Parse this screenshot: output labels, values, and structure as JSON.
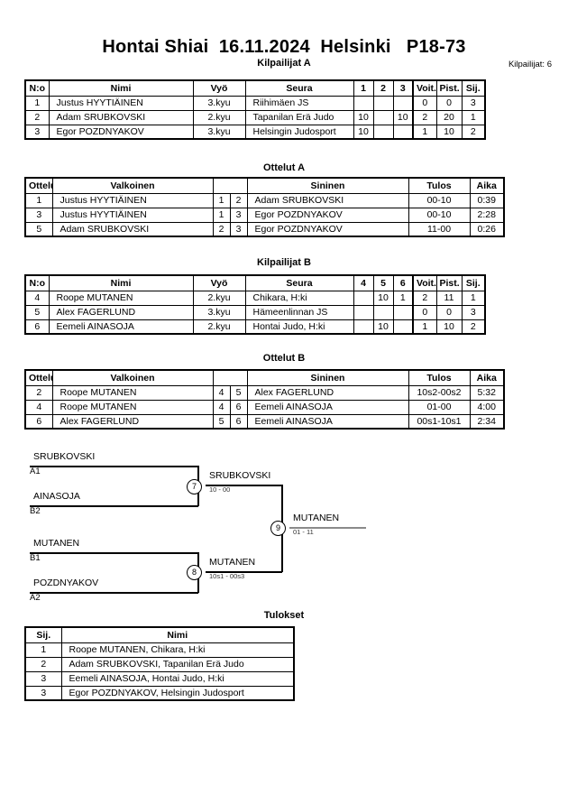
{
  "header": {
    "title": "Hontai Shiai  16.11.2024  Helsinki   P18-73",
    "entrants_label": "Kilpailijat: 6"
  },
  "sections": {
    "pool_a_title": "Kilpailijat A",
    "bouts_a_title": "Ottelut A",
    "pool_b_title": "Kilpailijat B",
    "bouts_b_title": "Ottelut B",
    "results_title": "Tulokset"
  },
  "pool_headers": {
    "no": "N:o",
    "name": "Nimi",
    "belt": "Vyö",
    "club": "Seura",
    "wins": "Voit.",
    "points": "Pist.",
    "rank": "Sij."
  },
  "bout_headers": {
    "bout": "Ottelu",
    "white": "Valkoinen",
    "blue": "Sininen",
    "result": "Tulos",
    "time": "Aika"
  },
  "results_headers": {
    "rank": "Sij.",
    "name": "Nimi"
  },
  "pool_a": {
    "round_cols": [
      "1",
      "2",
      "3"
    ],
    "rows": [
      {
        "no": "1",
        "name": "Justus HYYTIÄINEN",
        "belt": "3.kyu",
        "club": "Riihimäen JS",
        "scores": [
          "",
          "",
          ""
        ],
        "wins": "0",
        "points": "0",
        "rank": "3"
      },
      {
        "no": "2",
        "name": "Adam SRUBKOVSKI",
        "belt": "2.kyu",
        "club": "Tapanilan Erä Judo",
        "scores": [
          "10",
          "",
          "10"
        ],
        "wins": "2",
        "points": "20",
        "rank": "1"
      },
      {
        "no": "3",
        "name": "Egor POZDNYAKOV",
        "belt": "3.kyu",
        "club": "Helsingin Judosport",
        "scores": [
          "10",
          "",
          ""
        ],
        "wins": "1",
        "points": "10",
        "rank": "2"
      }
    ]
  },
  "pool_b": {
    "round_cols": [
      "4",
      "5",
      "6"
    ],
    "rows": [
      {
        "no": "4",
        "name": "Roope MUTANEN",
        "belt": "2.kyu",
        "club": "Chikara, H:ki",
        "scores": [
          "",
          "10",
          "1"
        ],
        "wins": "2",
        "points": "11",
        "rank": "1"
      },
      {
        "no": "5",
        "name": "Alex FAGERLUND",
        "belt": "3.kyu",
        "club": "Hämeenlinnan JS",
        "scores": [
          "",
          "",
          ""
        ],
        "wins": "0",
        "points": "0",
        "rank": "3"
      },
      {
        "no": "6",
        "name": "Eemeli AINASOJA",
        "belt": "2.kyu",
        "club": "Hontai Judo, H:ki",
        "scores": [
          "",
          "10",
          ""
        ],
        "wins": "1",
        "points": "10",
        "rank": "2"
      }
    ]
  },
  "bouts_a": [
    {
      "no": "1",
      "white": "Justus HYYTIÄINEN",
      "n1": "1",
      "n2": "2",
      "blue": "Adam SRUBKOVSKI",
      "result": "00-10",
      "time": "0:39"
    },
    {
      "no": "3",
      "white": "Justus HYYTIÄINEN",
      "n1": "1",
      "n2": "3",
      "blue": "Egor POZDNYAKOV",
      "result": "00-10",
      "time": "2:28"
    },
    {
      "no": "5",
      "white": "Adam SRUBKOVSKI",
      "n1": "2",
      "n2": "3",
      "blue": "Egor POZDNYAKOV",
      "result": "11-00",
      "time": "0:26"
    }
  ],
  "bouts_b": [
    {
      "no": "2",
      "white": "Roope MUTANEN",
      "n1": "4",
      "n2": "5",
      "blue": "Alex FAGERLUND",
      "result": "10s2-00s2",
      "time": "5:32"
    },
    {
      "no": "4",
      "white": "Roope MUTANEN",
      "n1": "4",
      "n2": "6",
      "blue": "Eemeli AINASOJA",
      "result": "01-00",
      "time": "4:00"
    },
    {
      "no": "6",
      "white": "Alex FAGERLUND",
      "n1": "5",
      "n2": "6",
      "blue": "Eemeli AINASOJA",
      "result": "00s1-10s1",
      "time": "2:34"
    }
  ],
  "bracket": {
    "entries": [
      {
        "name": "SRUBKOVSKI",
        "seed": "A1"
      },
      {
        "name": "AINASOJA",
        "seed": "B2"
      },
      {
        "name": "MUTANEN",
        "seed": "B1"
      },
      {
        "name": "POZDNYAKOV",
        "seed": "A2"
      }
    ],
    "match7": {
      "number": "7",
      "winner": "SRUBKOVSKI",
      "score": "10 - 00"
    },
    "match8": {
      "number": "8",
      "winner": "MUTANEN",
      "score": "10s1 - 00s3"
    },
    "match9": {
      "number": "9",
      "winner": "MUTANEN",
      "score": "01 - 11"
    }
  },
  "results": [
    {
      "rank": "1",
      "name": "Roope MUTANEN, Chikara, H:ki"
    },
    {
      "rank": "2",
      "name": "Adam SRUBKOVSKI, Tapanilan Erä Judo"
    },
    {
      "rank": "3",
      "name": "Eemeli AINASOJA, Hontai Judo, H:ki"
    },
    {
      "rank": "3",
      "name": "Egor POZDNYAKOV, Helsingin Judosport"
    }
  ]
}
